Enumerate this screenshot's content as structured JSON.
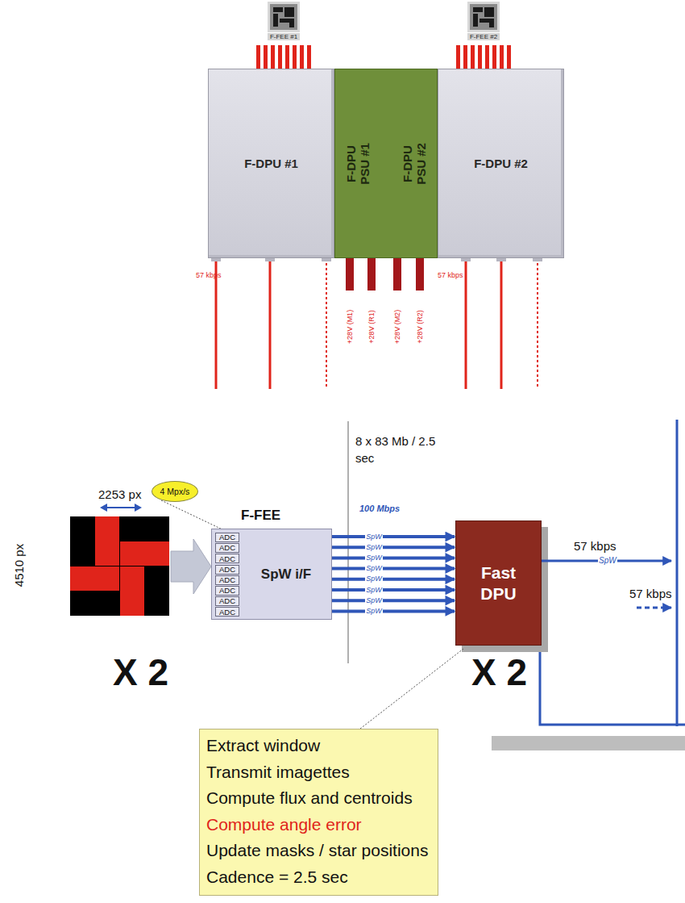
{
  "diagram": {
    "nodes": [
      {
        "text": [
          "F-FEE #1"
        ]
      },
      {
        "text": [
          "F-FEE #2"
        ]
      },
      {
        "text": [
          "F-DPU #1"
        ]
      },
      {
        "text": [
          "F-DPU PSU #1",
          "F-DPU PSU #2"
        ]
      },
      {
        "text": [
          "F-DPU #2"
        ]
      },
      {
        "text": [
          "F-FEE",
          "SpW i/F"
        ]
      },
      {
        "text": [
          "ADC"
        ],
        "in": 5
      },
      {
        "text": [
          "ADC"
        ],
        "in": 5
      },
      {
        "text": [
          "ADC"
        ],
        "in": 5
      },
      {
        "text": [
          "ADC"
        ],
        "in": 5
      },
      {
        "text": [
          "ADC"
        ],
        "in": 5
      },
      {
        "text": [
          "ADC"
        ],
        "in": 5
      },
      {
        "text": [
          "ADC"
        ],
        "in": 5
      },
      {
        "text": [
          "ADC"
        ],
        "in": 5
      },
      {
        "text": [
          "Fast DPU"
        ]
      },
      {
        "text": [
          "Extract window",
          "Transmit imagettes",
          "Compute flux and centroids",
          "Compute angle error",
          "Update masks / star positions",
          "Cadence = 2.5 sec"
        ]
      },
      {
        "text": [
          "4 Mpx/s"
        ]
      }
    ],
    "edges": [
      {
        "from": 0,
        "to": 2,
        "arrow": "none"
      },
      {
        "from": 1,
        "to": 4,
        "arrow": "none"
      },
      {
        "from": 5,
        "to": 14,
        "label": "SpW",
        "arrow": "to"
      },
      {
        "from": 5,
        "to": 14,
        "label": "SpW",
        "arrow": "to"
      },
      {
        "from": 5,
        "to": 14,
        "label": "SpW",
        "arrow": "to"
      },
      {
        "from": 5,
        "to": 14,
        "label": "SpW",
        "arrow": "to"
      },
      {
        "from": 5,
        "to": 14,
        "label": "SpW",
        "arrow": "to"
      },
      {
        "from": 5,
        "to": 14,
        "label": "SpW",
        "arrow": "to"
      },
      {
        "from": 5,
        "to": 14,
        "label": "SpW",
        "arrow": "to"
      },
      {
        "from": 5,
        "to": 14,
        "label": "SpW",
        "arrow": "to"
      },
      {
        "from": 16,
        "to": 6,
        "arrow": "none"
      },
      {
        "from": 15,
        "to": 14,
        "arrow": "none"
      }
    ],
    "labels": [
      "57 kbps",
      "+28V (M1)",
      "+28V (R1)",
      "+28V (M2)",
      "+28V (R2)",
      "57 kbps",
      "8 x 83 Mb / 2.5 sec",
      "2253 px",
      "4510 px",
      "100 Mbps",
      "57 kbps",
      "SpW",
      "57 kbps",
      "X 2",
      "X 2"
    ]
  }
}
